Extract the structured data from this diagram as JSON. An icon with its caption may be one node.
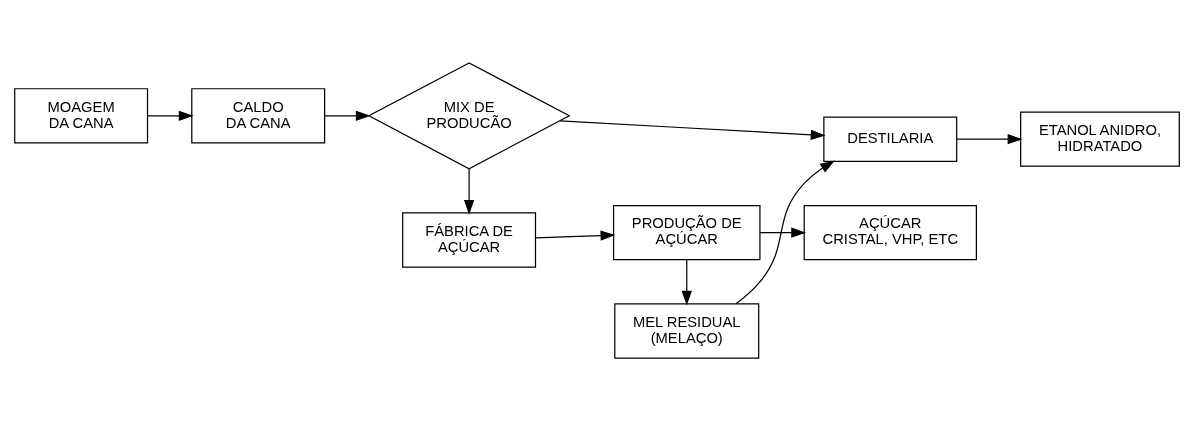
{
  "diagram": {
    "nodes": [
      {
        "text": [
          "MOAGEM DA CANA"
        ]
      },
      {
        "text": [
          "CALDO DA CANA"
        ]
      },
      {
        "text": [
          "MIX DE PRODUCÃO"
        ]
      },
      {
        "text": [
          "FÁBRICA DE AÇÚCAR"
        ]
      },
      {
        "text": [
          "PRODUÇÃO DE AÇÚCAR"
        ]
      },
      {
        "text": [
          "AÇÚCAR CRISTAL, VHP, ETC"
        ]
      },
      {
        "text": [
          "MEL RESIDUAL (MELAÇO)"
        ]
      },
      {
        "text": [
          "DESTILARIA"
        ]
      },
      {
        "text": [
          "ETANOL ANIDRO, HIDRATADO"
        ]
      }
    ],
    "edges": [
      {
        "from": 0,
        "to": 1,
        "arrow": "to"
      },
      {
        "from": 1,
        "to": 2,
        "arrow": "to"
      },
      {
        "from": 2,
        "to": 3,
        "arrow": "to"
      },
      {
        "from": 3,
        "to": 4,
        "arrow": "to"
      },
      {
        "from": 4,
        "to": 5,
        "arrow": "to"
      },
      {
        "from": 4,
        "to": 6,
        "arrow": "to"
      },
      {
        "from": 2,
        "to": 7,
        "arrow": "to"
      },
      {
        "from": 6,
        "to": 7,
        "arrow": "to"
      },
      {
        "from": 7,
        "to": 8,
        "arrow": "to"
      }
    ]
  }
}
